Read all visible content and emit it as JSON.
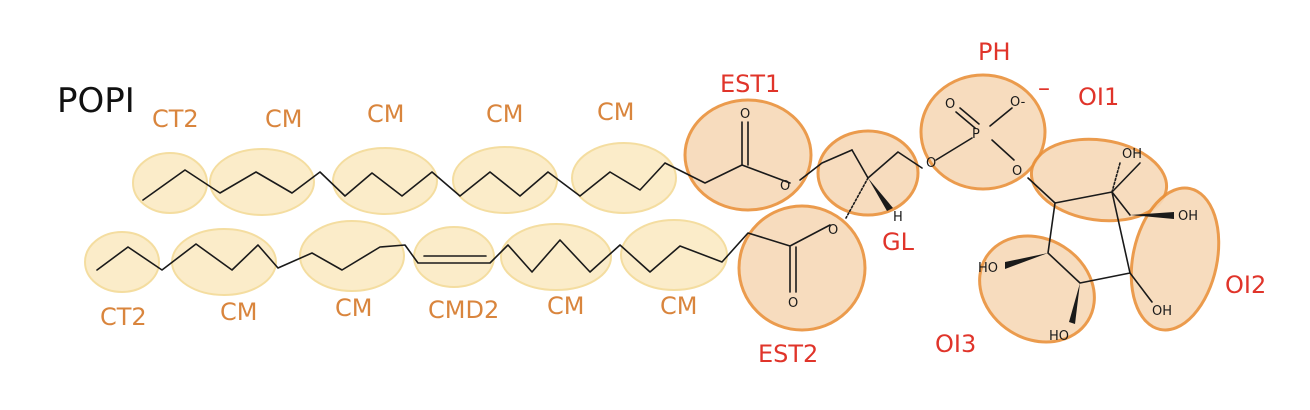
{
  "molecule": {
    "name": "POPI"
  },
  "tail_labels": {
    "top": [
      "CT2",
      "CM",
      "CM",
      "CM",
      "CM"
    ],
    "bottom": [
      "CT2",
      "CM",
      "CM",
      "CMD2",
      "CM",
      "CM"
    ]
  },
  "head_labels": {
    "est1": "EST1",
    "est2": "EST2",
    "gl": "GL",
    "ph": "PH",
    "charge": "–",
    "oi1": "OI1",
    "oi2": "OI2",
    "oi3": "OI3"
  },
  "atoms": {
    "oxygen": "O",
    "phosphorus": "P",
    "oxygen_anion": "O-",
    "hydrogen": "H",
    "hydroxyl": "OH",
    "hydroxyl_left": "HO"
  },
  "colors": {
    "tail_label": "#d9853d",
    "head_label": "#e0342a",
    "tail_bead_fill": "#fbe9c0",
    "head_bead_fill": "#f7d9b8",
    "head_bead_stroke": "#e9913a"
  }
}
